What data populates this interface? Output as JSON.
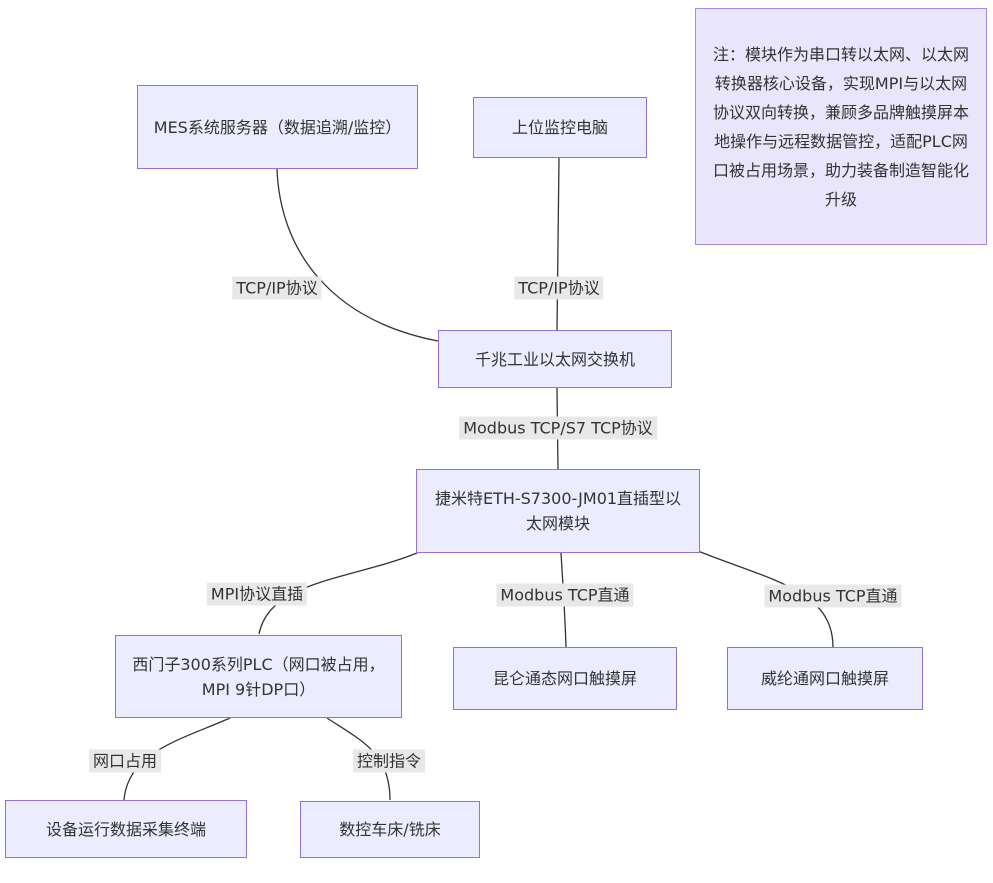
{
  "diagram": {
    "title": "industrial-ethernet-module-topology-flowchart",
    "note": {
      "text": "注：模块作为串口转以太网、以太网转换器核心设备，实现MPI与以太网协议双向转换，兼顾多品牌触摸屏本地操作与远程数据管控，适配PLC网口被占用场景，助力装备制造智能化升级"
    },
    "nodes": [
      {
        "id": "mes-server",
        "label": "MES系统服务器（数据追溯/监控）"
      },
      {
        "id": "host-pc",
        "label": "上位监控电脑"
      },
      {
        "id": "ethernet-switch",
        "label": "千兆工业以太网交换机"
      },
      {
        "id": "eth-module",
        "label": "捷米特ETH-S7300-JM01直插型以太网模块"
      },
      {
        "id": "siemens-plc",
        "label": "西门子300系列PLC（网口被占用，MPI 9针DP口）"
      },
      {
        "id": "mcgs-hmi",
        "label": "昆仑通态网口触摸屏"
      },
      {
        "id": "weinview-hmi",
        "label": "威纶通网口触摸屏"
      },
      {
        "id": "data-collector",
        "label": "设备运行数据采集终端"
      },
      {
        "id": "cnc-machine",
        "label": "数控车床/铣床"
      }
    ],
    "edges": [
      {
        "from": "mes-server",
        "to": "ethernet-switch",
        "label": "TCP/IP协议"
      },
      {
        "from": "host-pc",
        "to": "ethernet-switch",
        "label": "TCP/IP协议"
      },
      {
        "from": "ethernet-switch",
        "to": "eth-module",
        "label": "Modbus TCP/S7 TCP协议"
      },
      {
        "from": "eth-module",
        "to": "siemens-plc",
        "label": "MPI协议直插"
      },
      {
        "from": "eth-module",
        "to": "mcgs-hmi",
        "label": "Modbus TCP直通"
      },
      {
        "from": "eth-module",
        "to": "weinview-hmi",
        "label": "Modbus TCP直通"
      },
      {
        "from": "siemens-plc",
        "to": "data-collector",
        "label": "网口占用"
      },
      {
        "from": "siemens-plc",
        "to": "cnc-machine",
        "label": "控制指令"
      }
    ],
    "colors": {
      "node_fill": "#ECECFF",
      "node_border": "#9370DB",
      "note_fill": "#E9E6FB",
      "note_border": "#AA88DD",
      "edge_line": "#333333",
      "edge_label_bg": "#e8e8e8",
      "text": "#333333",
      "background": "#ffffff"
    }
  }
}
